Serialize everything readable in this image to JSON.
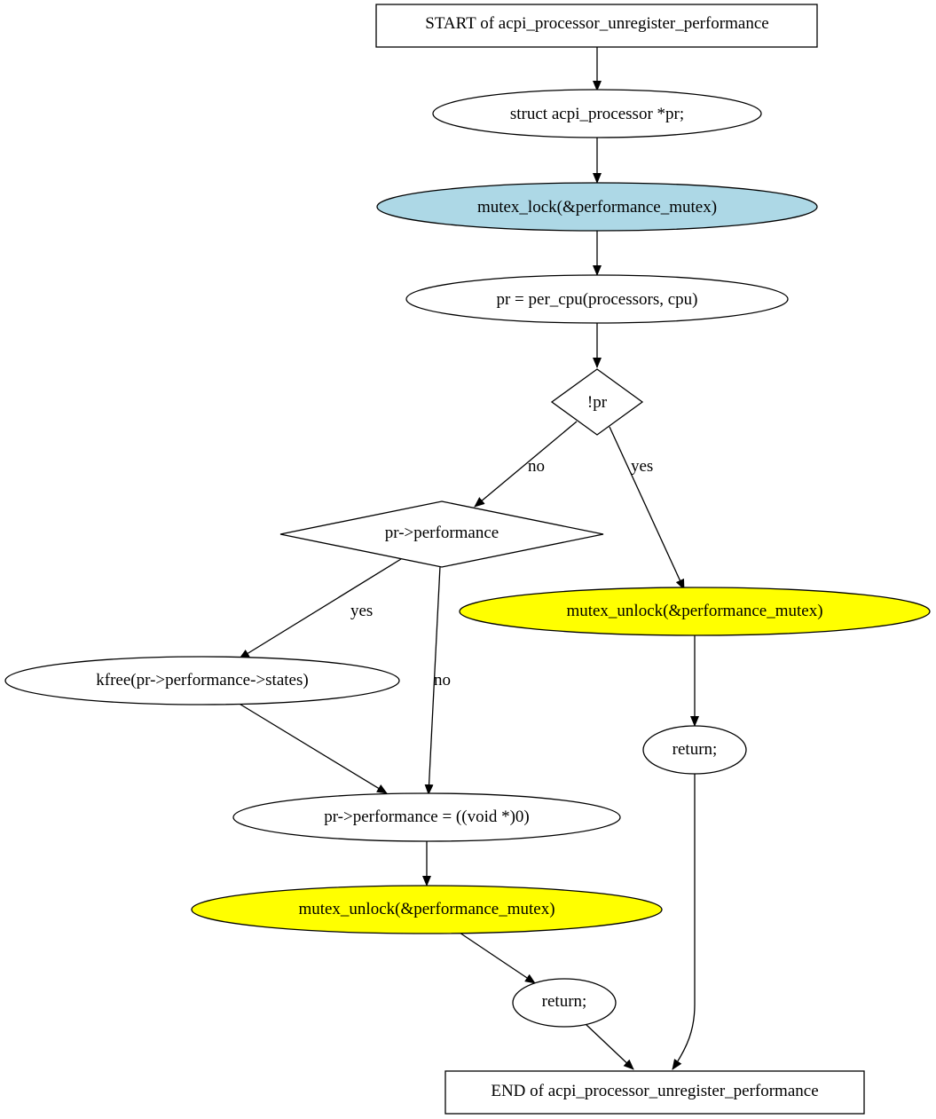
{
  "nodes": {
    "start": {
      "label": "START of acpi_processor_unregister_performance",
      "fill": "#ffffff"
    },
    "decl_pr": {
      "label": "struct acpi_processor *pr;",
      "fill": "#ffffff"
    },
    "mutex_lock": {
      "label": "mutex_lock(&performance_mutex)",
      "fill": "#add8e6"
    },
    "assign_pr": {
      "label": "pr = per_cpu(processors, cpu)",
      "fill": "#ffffff"
    },
    "cond_not_pr": {
      "label": "!pr",
      "fill": "#ffffff"
    },
    "cond_performance": {
      "label": "pr->performance",
      "fill": "#ffffff"
    },
    "unlock_early": {
      "label": "mutex_unlock(&performance_mutex)",
      "fill": "#ffff00"
    },
    "kfree_states": {
      "label": "kfree(pr->performance->states)",
      "fill": "#ffffff"
    },
    "return_early": {
      "label": "return;",
      "fill": "#ffffff"
    },
    "null_performance": {
      "label": "pr->performance = ((void *)0)",
      "fill": "#ffffff"
    },
    "unlock_late": {
      "label": "mutex_unlock(&performance_mutex)",
      "fill": "#ffff00"
    },
    "return_late": {
      "label": "return;",
      "fill": "#ffffff"
    },
    "end": {
      "label": "END of acpi_processor_unregister_performance",
      "fill": "#ffffff"
    }
  },
  "edges": {
    "not_pr_no": "no",
    "not_pr_yes": "yes",
    "performance_yes": "yes",
    "performance_no": "no"
  }
}
